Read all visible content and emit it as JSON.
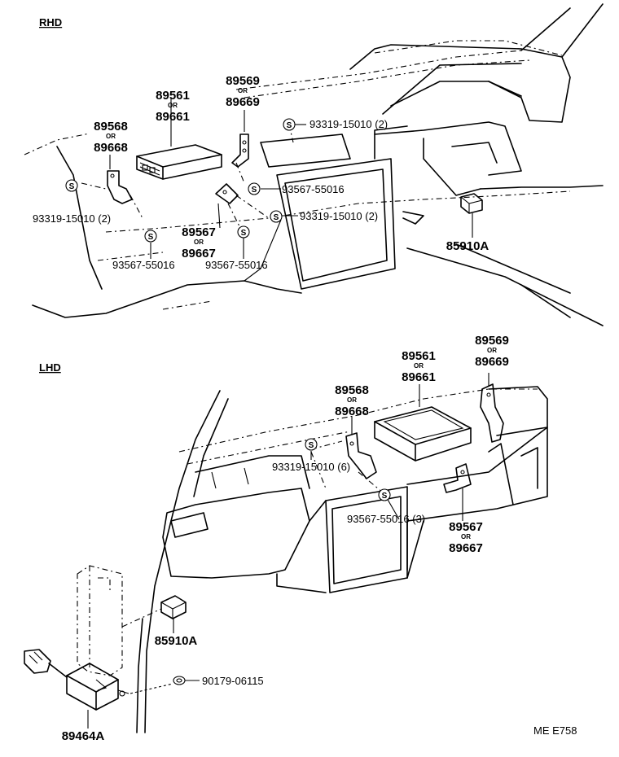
{
  "sections": {
    "rhd": "RHD",
    "lhd": "LHD"
  },
  "or_word": "OR",
  "symbol_letter": "S",
  "drawing_code": "ME E758",
  "rhd_labels": {
    "p89569": "89569",
    "p89669": "89669",
    "p89561": "89561",
    "p89661": "89661",
    "p89568": "89568",
    "p89668": "89668",
    "p89567": "89567",
    "p89667": "89667",
    "p85910a": "85910A",
    "bolt_top": "93319-15010 (2)",
    "bolt_left": "93319-15010 (2)",
    "bolt_mid": "93319-15010 (2)",
    "nut_right": "93567-55016",
    "nut_left": "93567-55016",
    "nut_center": "93567-55016"
  },
  "lhd_labels": {
    "p89569": "89569",
    "p89669": "89669",
    "p89561": "89561",
    "p89661": "89661",
    "p89568": "89568",
    "p89668": "89668",
    "p89567": "89567",
    "p89667": "89667",
    "p85910a": "85910A",
    "p89464a": "89464A",
    "bolt": "93319-15010 (6)",
    "nut": "93567-55016 (3)",
    "clip": "90179-06115"
  }
}
